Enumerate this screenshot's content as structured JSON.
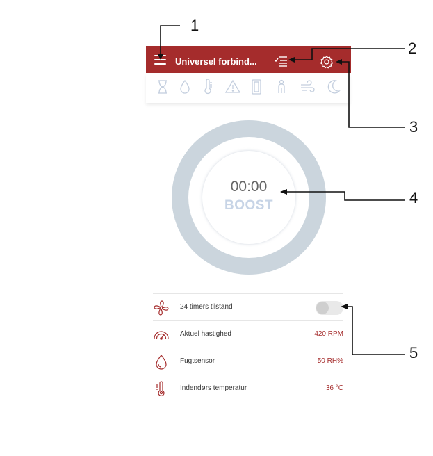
{
  "header": {
    "title": "Universel forbind...",
    "background_color": "#a52c2c",
    "menu_icon": "hamburger-menu-icon",
    "list_icon": "checklist-icon",
    "settings_icon": "gear-icon"
  },
  "modes": [
    {
      "icon": "hourglass-icon"
    },
    {
      "icon": "water-drop-icon"
    },
    {
      "icon": "thermometer-icon"
    },
    {
      "icon": "warning-icon"
    },
    {
      "icon": "door-icon"
    },
    {
      "icon": "person-icon"
    },
    {
      "icon": "wind-icon"
    },
    {
      "icon": "moon-icon"
    }
  ],
  "dial": {
    "timer": "00:00",
    "label": "BOOST",
    "ring_color": "#cbd5dd"
  },
  "rows": [
    {
      "label": "24 timers tilstand",
      "icon": "fan-icon",
      "toggle": false
    },
    {
      "label": "Aktuel hastighed",
      "icon": "speedometer-icon",
      "value": "420 RPM"
    },
    {
      "label": "Fugtsensor",
      "icon": "water-drop-icon",
      "value": "50 RH%"
    },
    {
      "label": "Indendørs temperatur",
      "icon": "thermometer-icon",
      "value": "36 °C"
    }
  ],
  "callouts": [
    "1",
    "2",
    "3",
    "4",
    "5"
  ],
  "accent_color": "#a52c2c"
}
